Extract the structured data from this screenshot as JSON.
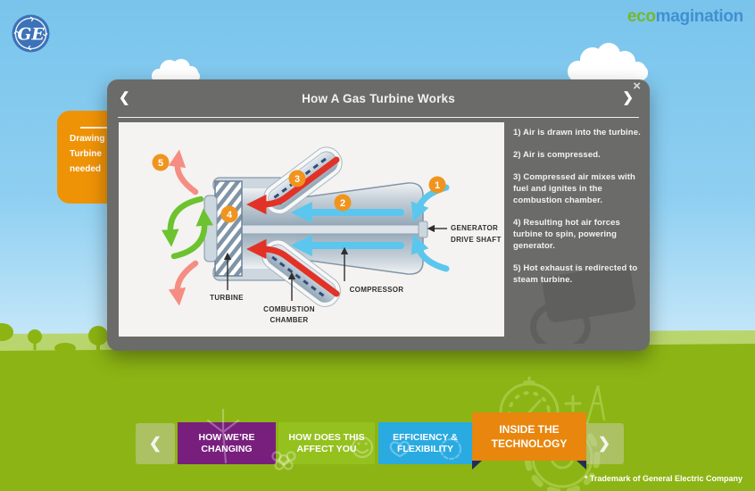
{
  "brand": {
    "ge_monogram": "GE",
    "eco": "eco",
    "magination": "magination"
  },
  "brand_colors": {
    "eco_green": "#76b82a",
    "magination_blue": "#4090d0",
    "ge_blue": "#3c72b8"
  },
  "side_card": {
    "lines": [
      "Drawing",
      "Turbine",
      "needed"
    ],
    "color": "#ef9306"
  },
  "modal": {
    "title": "How A Gas Turbine Works",
    "prev_icon": "❮",
    "next_icon": "❯",
    "close_icon": "×",
    "steps": [
      "1) Air is drawn into the turbine.",
      "2) Air is compressed.",
      "3) Compressed air mixes with fuel and ignites in the combustion chamber.",
      "4) Resulting hot air forces turbine to spin, powering generator.",
      "5) Hot exhaust is redirected to steam turbine."
    ],
    "diagram": {
      "badges": [
        "1",
        "2",
        "3",
        "4",
        "5"
      ],
      "labels": {
        "turbine": "TURBINE",
        "combustion_line1": "COMBUSTION",
        "combustion_line2": "CHAMBER",
        "compressor": "COMPRESSOR",
        "generator_line1": "GENERATOR",
        "generator_line2": "DRIVE SHAFT"
      },
      "arrow_colors": {
        "air": "#5bc6ee",
        "hot": "#e23227",
        "rotation": "#6dc22f",
        "exhaust": "#f68d82",
        "badge": "#f0941e"
      }
    }
  },
  "nav": {
    "prev_icon": "❮",
    "next_icon": "❯",
    "items": [
      {
        "line1": "HOW WE’RE",
        "line2": "CHANGING",
        "color": "#781f7d",
        "active": false
      },
      {
        "line1": "HOW DOES THIS",
        "line2": "AFFECT YOU",
        "color": "#95c11f",
        "active": false
      },
      {
        "line1": "EFFICIENCY &",
        "line2": "FLEXIBILITY",
        "color": "#29aae1",
        "active": false
      },
      {
        "line1": "INSIDE THE",
        "line2": "TECHNOLOGY",
        "color": "#e8860d",
        "active": true
      }
    ]
  },
  "footer": {
    "trademark": "* Trademark of General Electric Company"
  }
}
